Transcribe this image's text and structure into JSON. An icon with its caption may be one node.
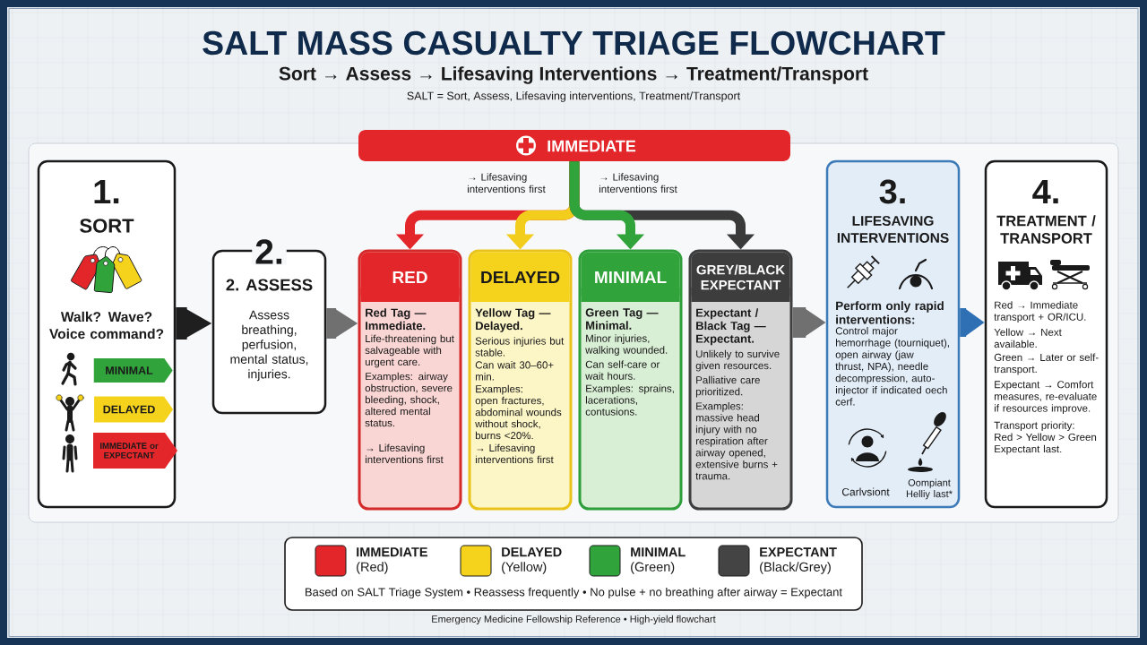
{
  "diagram": {
    "title": "SALT MASS CASUALTY TRIAGE FLOWCHART",
    "nodes": [
      {
        "text": [
          "1.",
          "SORT",
          "Walk? Wave? Voice command?"
        ]
      },
      {
        "text": [
          "MINIMAL"
        ],
        "in": 0
      },
      {
        "text": [
          "DELAYED"
        ],
        "in": 0
      },
      {
        "text": [
          "IMMEDIATE or EXPECTANT"
        ],
        "in": 0
      },
      {
        "text": [
          "2.",
          "2. ASSESS",
          "Assess breathing, perfusion, mental status, injuries."
        ]
      },
      {
        "text": [
          "IMMEDIATE"
        ]
      },
      {
        "text": [
          "RED",
          "Red Tag — Immediate.",
          "Life-threatening but salvageable with urgent care.",
          "Examples: airway obstruction, severe bleeding, shock, altered mental status.",
          "→ Lifesaving interventions first"
        ]
      },
      {
        "text": [
          "DELAYED",
          "Yellow Tag — Delayed.",
          "Serious injuries but stable.",
          "Can wait 30–60+ min.",
          "Examples: open fractures, abdominal wounds without shock, burns <20%.",
          "→ Lifesaving interventions first"
        ]
      },
      {
        "text": [
          "MINIMAL",
          "Green Tag — Minimal.",
          "Minor injuries, walking wounded.",
          "Can self-care or wait hours.",
          "Examples: sprains, lacerations, contusions."
        ]
      },
      {
        "text": [
          "GREY/BLACK EXPECTANT",
          "Expectant / Black Tag — Expectant.",
          "Unlikely to survive given resources.",
          "Palliative care prioritized.",
          "Examples: massive head injury with no respiration after airway opened, extensive burns + trauma."
        ]
      },
      {
        "text": [
          "3.",
          "LIFESAVING INTERVENTIONS",
          "Perform only rapid interventions:",
          "Control major hemorrhage (tourniquet), open airway (jaw thrust, NPA), needle decompression, auto-injector if indicated oech cerf.",
          "Carlvsiont",
          "Oompiant Helliy last*"
        ]
      },
      {
        "text": [
          "4.",
          "TREATMENT / TRANSPORT",
          "Red → Immediate transport + OR/ICU.",
          "Yellow → Next available.",
          "Green → Later or self-transport.",
          "Expectant → Comfort measures, re-evaluate if resources improve.",
          "Transport priority: Red > Yellow > Green Expectant last."
        ]
      }
    ],
    "edges": [
      {
        "from": 0,
        "to": 4,
        "arrow": "to",
        "style": "thick",
        "color": "#1f1f1f"
      },
      {
        "from": 4,
        "to": 6,
        "arrow": "to",
        "style": "thick"
      },
      {
        "from": 5,
        "to": 6,
        "arrow": "to",
        "color": "#e3262a"
      },
      {
        "from": 5,
        "to": 7,
        "arrow": "to",
        "color": "#f2cd1c"
      },
      {
        "from": 5,
        "to": 9,
        "arrow": "to",
        "color": "#3a3a3a"
      },
      {
        "from": 5,
        "to": 8,
        "arrow": "to",
        "color": "#30a33b"
      },
      {
        "from": 9,
        "to": 10,
        "arrow": "to",
        "style": "thick"
      },
      {
        "from": 10,
        "to": 11,
        "arrow": "to",
        "style": "thick",
        "color": "#2f6fb3"
      }
    ],
    "labels": [
      "Sort → Assess → Lifesaving Interventions → Treatment/Transport",
      "SALT = Sort, Assess, Lifesaving interventions, Treatment/Transport",
      "→ Lifesaving interventions first",
      "→ Lifesaving interventions first",
      "Based on SALT Triage System • Reassess frequently • No pulse + no breathing after airway = Expectant",
      "Emergency Medicine Fellowship Reference • High-yield flowchart"
    ],
    "legend": [
      {
        "text": "**IMMEDIATE** (Red)",
        "color": "#e3262a"
      },
      {
        "text": "**DELAYED** (Yellow)",
        "color": "#f5d31c"
      },
      {
        "text": "**MINIMAL** (Green)",
        "color": "#30a33b"
      },
      {
        "text": "**EXPECTANT** (Black/Grey)",
        "color": "#444444"
      }
    ]
  }
}
